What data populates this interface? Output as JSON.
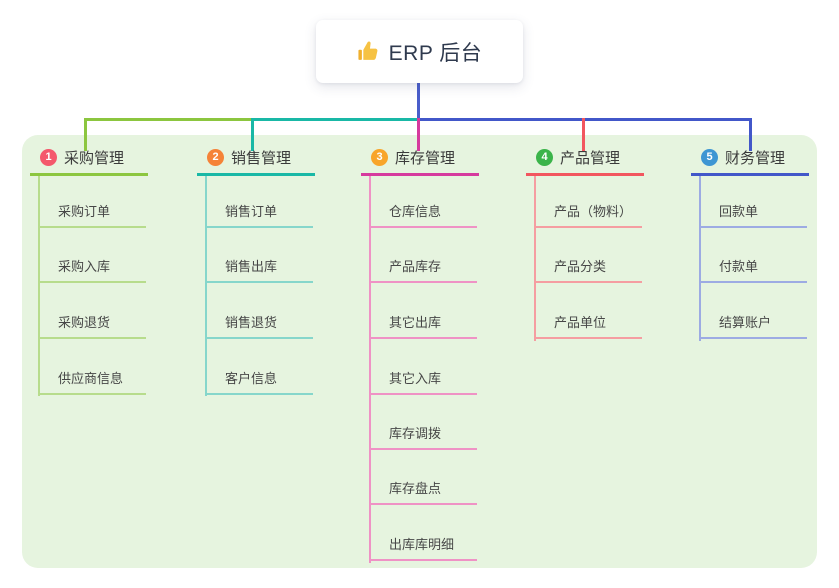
{
  "root": {
    "label": "ERP 后台",
    "icon": "thumbs-up-icon"
  },
  "branches": [
    {
      "index": "1",
      "label": "采购管理",
      "badge_color": "#f4586c",
      "line_color": "#8cc63f",
      "light_color": "#b7dc8c",
      "children": [
        "采购订单",
        "采购入库",
        "采购退货",
        "供应商信息"
      ]
    },
    {
      "index": "2",
      "label": "销售管理",
      "badge_color": "#f58338",
      "line_color": "#19b8a6",
      "light_color": "#86d6cb",
      "children": [
        "销售订单",
        "销售出库",
        "销售退货",
        "客户信息"
      ]
    },
    {
      "index": "3",
      "label": "库存管理",
      "badge_color": "#f8a52a",
      "line_color": "#d63a9e",
      "light_color": "#ef92c5",
      "children": [
        "仓库信息",
        "产品库存",
        "其它出库",
        "其它入库",
        "库存调拨",
        "库存盘点",
        "出库库明细"
      ]
    },
    {
      "index": "4",
      "label": "产品管理",
      "badge_color": "#3bb44a",
      "line_color": "#f2565f",
      "light_color": "#f59da1",
      "children": [
        "产品（物料）",
        "产品分类",
        "产品单位"
      ]
    },
    {
      "index": "5",
      "label": "财务管理",
      "badge_color": "#3e96d3",
      "line_color": "#4257c9",
      "light_color": "#9dabe3",
      "children": [
        "回款单",
        "付款单",
        "结算账户"
      ]
    }
  ],
  "colors": {
    "panel_bg": "#e6f4df",
    "stem": "#4a5ecb",
    "root_text": "#2f3a4e",
    "parent_text": "#3b3b3b",
    "child_text": "#474747",
    "thumb": "#f6c243",
    "thumb_dark": "#f0b02e"
  }
}
